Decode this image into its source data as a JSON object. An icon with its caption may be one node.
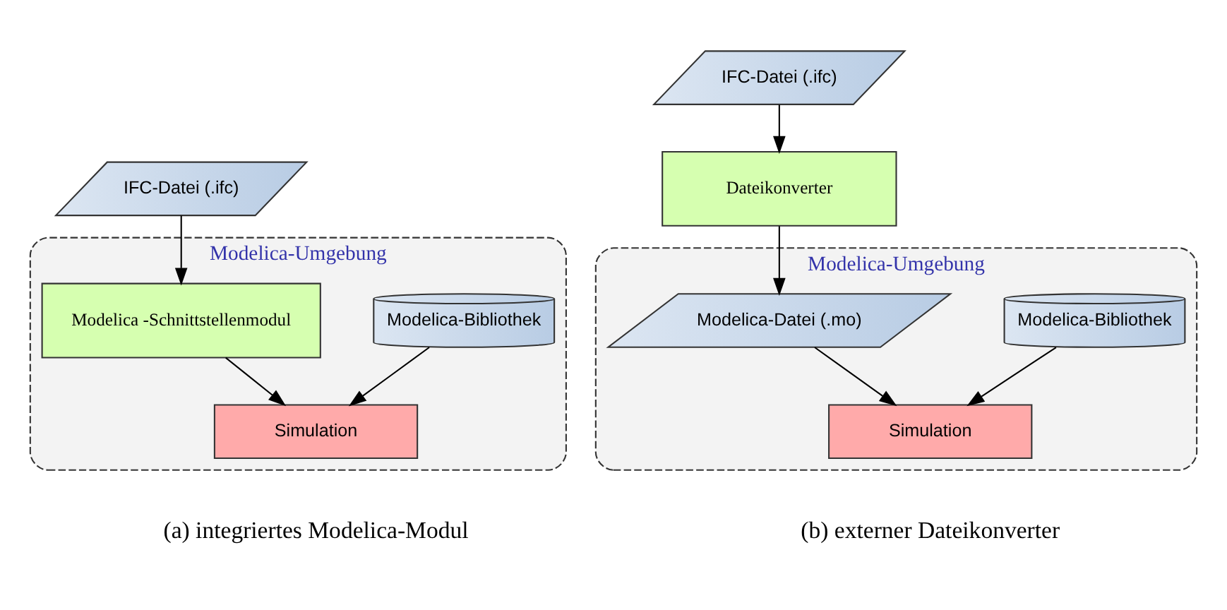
{
  "diagram": {
    "nodes": [
      {
        "text": [
          "IFC-Datei (.ifc)"
        ]
      },
      {
        "text": [
          "Modelica-Umgebung"
        ]
      },
      {
        "text": [
          "Modelica-Bibliothek"
        ],
        "in": 1
      },
      {
        "text": [
          "Modelica -Schnittstellenmodul"
        ],
        "in": 1
      },
      {
        "text": [
          "Simulation"
        ],
        "in": 1
      },
      {
        "text": [
          "IFC-Datei (.ifc)"
        ]
      },
      {
        "text": [
          "Dateikonverter"
        ]
      },
      {
        "text": [
          "Modelica-Umgebung"
        ]
      },
      {
        "text": [
          "Modelica-Bibliothek"
        ],
        "in": 7
      },
      {
        "text": [
          "Modelica-Datei (.mo)"
        ],
        "in": 7
      },
      {
        "text": [
          "Simulation"
        ],
        "in": 7
      }
    ],
    "edges": [
      {
        "from": 0,
        "to": 3,
        "arrow": "to"
      },
      {
        "from": 2,
        "to": 4,
        "arrow": "to"
      },
      {
        "from": 3,
        "to": 4,
        "arrow": "to"
      },
      {
        "from": 5,
        "to": 6,
        "arrow": "to"
      },
      {
        "from": 6,
        "to": 9,
        "arrow": "to"
      },
      {
        "from": 8,
        "to": 10,
        "arrow": "to"
      },
      {
        "from": 9,
        "to": 10,
        "arrow": "to"
      }
    ],
    "labels": [
      "(a) integriertes Modelica-Modul",
      "(b) externer Dateikonverter"
    ]
  }
}
